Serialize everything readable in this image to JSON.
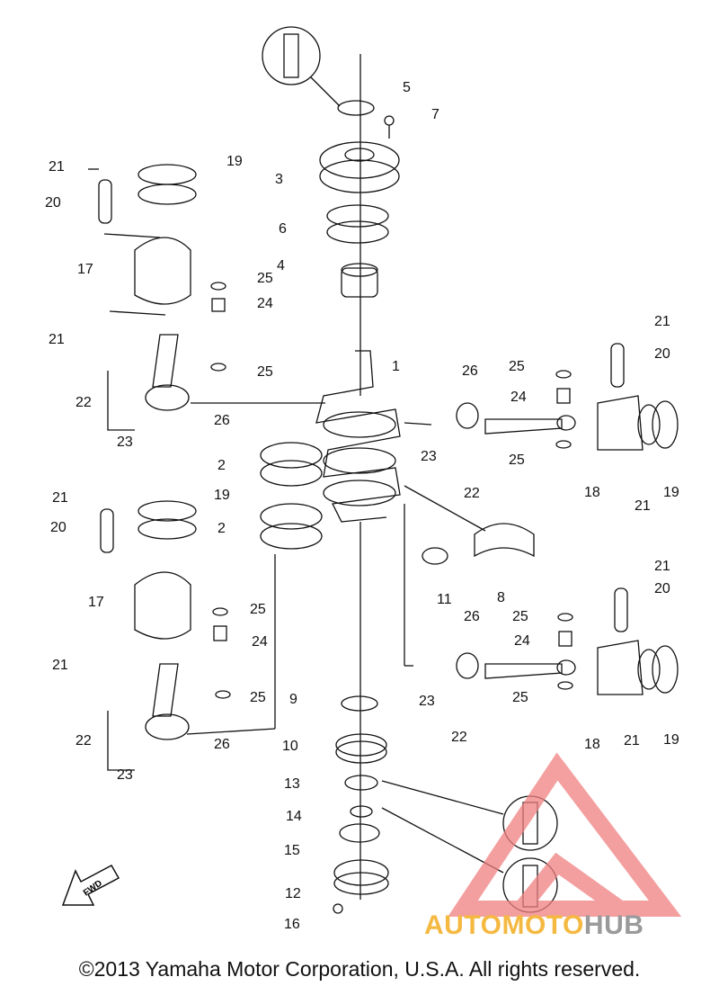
{
  "callouts": [
    {
      "id": "c1",
      "text": "1"
    },
    {
      "id": "c2a",
      "text": "2"
    },
    {
      "id": "c2b",
      "text": "2"
    },
    {
      "id": "c3",
      "text": "3"
    },
    {
      "id": "c4",
      "text": "4"
    },
    {
      "id": "c5",
      "text": "5"
    },
    {
      "id": "c6",
      "text": "6"
    },
    {
      "id": "c7",
      "text": "7"
    },
    {
      "id": "c8",
      "text": "8"
    },
    {
      "id": "c9",
      "text": "9"
    },
    {
      "id": "c10",
      "text": "10"
    },
    {
      "id": "c11",
      "text": "11"
    },
    {
      "id": "c12",
      "text": "12"
    },
    {
      "id": "c13",
      "text": "13"
    },
    {
      "id": "c14",
      "text": "14"
    },
    {
      "id": "c15",
      "text": "15"
    },
    {
      "id": "c16",
      "text": "16"
    },
    {
      "id": "c17a",
      "text": "17"
    },
    {
      "id": "c17b",
      "text": "17"
    },
    {
      "id": "c18a",
      "text": "18"
    },
    {
      "id": "c18b",
      "text": "18"
    },
    {
      "id": "c19a",
      "text": "19"
    },
    {
      "id": "c19b",
      "text": "19"
    },
    {
      "id": "c19c",
      "text": "19"
    },
    {
      "id": "c19d",
      "text": "19"
    },
    {
      "id": "c20a",
      "text": "20"
    },
    {
      "id": "c20b",
      "text": "20"
    },
    {
      "id": "c20c",
      "text": "20"
    },
    {
      "id": "c20d",
      "text": "20"
    },
    {
      "id": "c21a",
      "text": "21"
    },
    {
      "id": "c21b",
      "text": "21"
    },
    {
      "id": "c21c",
      "text": "21"
    },
    {
      "id": "c21d",
      "text": "21"
    },
    {
      "id": "c21e",
      "text": "21"
    },
    {
      "id": "c21f",
      "text": "21"
    },
    {
      "id": "c21g",
      "text": "21"
    },
    {
      "id": "c21h",
      "text": "21"
    },
    {
      "id": "c22a",
      "text": "22"
    },
    {
      "id": "c22b",
      "text": "22"
    },
    {
      "id": "c22c",
      "text": "22"
    },
    {
      "id": "c22d",
      "text": "22"
    },
    {
      "id": "c23a",
      "text": "23"
    },
    {
      "id": "c23b",
      "text": "23"
    },
    {
      "id": "c23c",
      "text": "23"
    },
    {
      "id": "c23d",
      "text": "23"
    },
    {
      "id": "c24a",
      "text": "24"
    },
    {
      "id": "c24b",
      "text": "24"
    },
    {
      "id": "c24c",
      "text": "24"
    },
    {
      "id": "c24d",
      "text": "24"
    },
    {
      "id": "c25a",
      "text": "25"
    },
    {
      "id": "c25b",
      "text": "25"
    },
    {
      "id": "c25c",
      "text": "25"
    },
    {
      "id": "c25d",
      "text": "25"
    },
    {
      "id": "c25e",
      "text": "25"
    },
    {
      "id": "c25f",
      "text": "25"
    },
    {
      "id": "c25g",
      "text": "25"
    },
    {
      "id": "c25h",
      "text": "25"
    },
    {
      "id": "c26a",
      "text": "26"
    },
    {
      "id": "c26b",
      "text": "26"
    },
    {
      "id": "c26c",
      "text": "26"
    },
    {
      "id": "c26d",
      "text": "26"
    }
  ],
  "fwd_label": "FWD",
  "watermark": {
    "part1": "AUTOMOTO",
    "part2": "HUB",
    "color_primary": "#f5b942",
    "color_secondary": "#9a9a9a",
    "triangle_color": "#f08080"
  },
  "copyright": "©2013 Yamaha Motor Corporation, U.S.A. All rights reserved."
}
